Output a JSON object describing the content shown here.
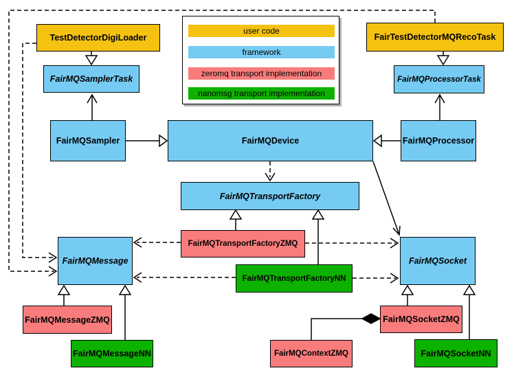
{
  "palette": {
    "user_code": "#F5C211",
    "framework": "#76CBF3",
    "zeromq": "#F97C7C",
    "nanomsg": "#0DB200",
    "box_border": "#000000",
    "background": "#FFFFFF"
  },
  "legend": {
    "items": [
      {
        "label": "user code",
        "category": "user_code"
      },
      {
        "label": "framework",
        "category": "framework"
      },
      {
        "label": "zeromq transport implementation",
        "category": "zeromq"
      },
      {
        "label": "nanomsg transport implementation",
        "category": "nanomsg"
      }
    ]
  },
  "nodes": {
    "test_detector_digi_loader": {
      "label": "TestDetectorDigiLoader",
      "category": "user_code",
      "abstract": false
    },
    "fair_test_detector_mq_reco_task": {
      "label": "FairTestDetectorMQRecoTask",
      "category": "user_code",
      "abstract": false
    },
    "fair_mq_sampler_task": {
      "label": "FairMQSamplerTask",
      "category": "framework",
      "abstract": true
    },
    "fair_mq_processor_task": {
      "label": "FairMQProcessorTask",
      "category": "framework",
      "abstract": true
    },
    "fair_mq_sampler": {
      "label": "FairMQSampler",
      "category": "framework",
      "abstract": false
    },
    "fair_mq_device": {
      "label": "FairMQDevice",
      "category": "framework",
      "abstract": false
    },
    "fair_mq_processor": {
      "label": "FairMQProcessor",
      "category": "framework",
      "abstract": false
    },
    "fair_mq_transport_factory": {
      "label": "FairMQTransportFactory",
      "category": "framework",
      "abstract": true
    },
    "fair_mq_transport_factory_zmq": {
      "label": "FairMQTransportFactoryZMQ",
      "category": "zeromq",
      "abstract": false
    },
    "fair_mq_transport_factory_nn": {
      "label": "FairMQTransportFactoryNN",
      "category": "nanomsg",
      "abstract": false
    },
    "fair_mq_message": {
      "label": "FairMQMessage",
      "category": "framework",
      "abstract": true
    },
    "fair_mq_socket": {
      "label": "FairMQSocket",
      "category": "framework",
      "abstract": true
    },
    "fair_mq_message_zmq": {
      "label": "FairMQMessageZMQ",
      "category": "zeromq",
      "abstract": false
    },
    "fair_mq_message_nn": {
      "label": "FairMQMessageNN",
      "category": "nanomsg",
      "abstract": false
    },
    "fair_mq_socket_zmq": {
      "label": "FairMQSocketZMQ",
      "category": "zeromq",
      "abstract": false
    },
    "fair_mq_socket_nn": {
      "label": "FairMQSocketNN",
      "category": "nanomsg",
      "abstract": false
    },
    "fair_mq_context_zmq": {
      "label": "FairMQContextZMQ",
      "category": "zeromq",
      "abstract": false
    }
  },
  "relations": [
    {
      "from": "TestDetectorDigiLoader",
      "to": "FairMQSamplerTask",
      "line": "solid",
      "arrow": "hollow-triangle"
    },
    {
      "from": "FairTestDetectorMQRecoTask",
      "to": "FairMQProcessorTask",
      "line": "solid",
      "arrow": "hollow-triangle"
    },
    {
      "from": "FairMQSampler",
      "to": "FairMQSamplerTask",
      "line": "solid",
      "arrow": "open"
    },
    {
      "from": "FairMQProcessor",
      "to": "FairMQProcessorTask",
      "line": "solid",
      "arrow": "open"
    },
    {
      "from": "FairMQSampler",
      "to": "FairMQDevice",
      "line": "solid",
      "arrow": "hollow-triangle"
    },
    {
      "from": "FairMQProcessor",
      "to": "FairMQDevice",
      "line": "solid",
      "arrow": "hollow-triangle"
    },
    {
      "from": "FairMQDevice",
      "to": "FairMQTransportFactory",
      "line": "dashed",
      "arrow": "open"
    },
    {
      "from": "FairMQDevice",
      "to": "FairMQSocket",
      "line": "solid",
      "arrow": "open"
    },
    {
      "from": "FairMQTransportFactoryZMQ",
      "to": "FairMQTransportFactory",
      "line": "solid",
      "arrow": "hollow-triangle"
    },
    {
      "from": "FairMQTransportFactoryNN",
      "to": "FairMQTransportFactory",
      "line": "solid",
      "arrow": "hollow-triangle"
    },
    {
      "from": "FairMQTransportFactoryZMQ",
      "to": "FairMQMessage",
      "line": "dashed",
      "arrow": "open"
    },
    {
      "from": "FairMQTransportFactoryZMQ",
      "to": "FairMQSocket",
      "line": "dashed",
      "arrow": "open"
    },
    {
      "from": "FairMQTransportFactoryNN",
      "to": "FairMQMessage",
      "line": "dashed",
      "arrow": "open"
    },
    {
      "from": "FairMQTransportFactoryNN",
      "to": "FairMQSocket",
      "line": "dashed",
      "arrow": "open"
    },
    {
      "from": "TestDetectorDigiLoader",
      "to": "FairMQMessage",
      "line": "dashed",
      "arrow": "open"
    },
    {
      "from": "FairTestDetectorMQRecoTask",
      "to": "FairMQMessage",
      "line": "dashed",
      "arrow": "open"
    },
    {
      "from": "FairMQMessageZMQ",
      "to": "FairMQMessage",
      "line": "solid",
      "arrow": "hollow-triangle"
    },
    {
      "from": "FairMQMessageNN",
      "to": "FairMQMessage",
      "line": "solid",
      "arrow": "hollow-triangle"
    },
    {
      "from": "FairMQSocketZMQ",
      "to": "FairMQSocket",
      "line": "solid",
      "arrow": "hollow-triangle"
    },
    {
      "from": "FairMQSocketNN",
      "to": "FairMQSocket",
      "line": "solid",
      "arrow": "hollow-triangle"
    },
    {
      "from": "FairMQContextZMQ",
      "to": "FairMQSocketZMQ",
      "line": "solid",
      "arrow": "filled-diamond"
    }
  ]
}
